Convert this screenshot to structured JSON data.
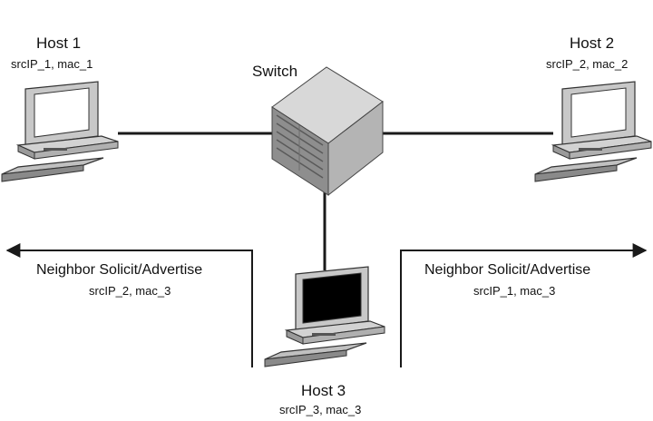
{
  "hosts": {
    "host1": {
      "name": "Host 1",
      "addr": "srcIP_1, mac_1"
    },
    "host2": {
      "name": "Host 2",
      "addr": "srcIP_2, mac_2"
    },
    "host3": {
      "name": "Host 3",
      "addr": "srcIP_3, mac_3"
    }
  },
  "switch": {
    "label": "Switch"
  },
  "messages": {
    "left": {
      "title": "Neighbor Solicit/Advertise",
      "addr": "srcIP_2, mac_3"
    },
    "right": {
      "title": "Neighbor Solicit/Advertise",
      "addr": "srcIP_1, mac_3"
    }
  },
  "colors": {
    "line": "#1a1a1a",
    "device": "#c8c8c8",
    "device_dark": "#8c8c8c",
    "screen_on": "#000000",
    "screen_off": "#ffffff"
  },
  "icons": {
    "host": "laptop-icon",
    "switch": "network-switch-icon"
  }
}
